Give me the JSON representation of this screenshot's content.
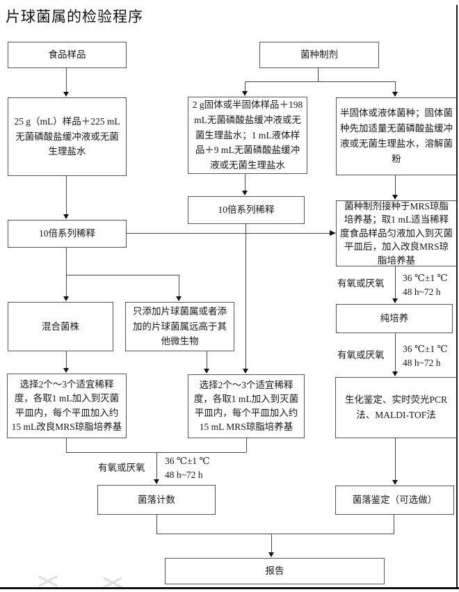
{
  "title": "片球菌属的检验程序",
  "colors": {
    "line": "#454545",
    "box_border": "#545454",
    "page_edge": "#1b1b1b"
  },
  "nodes": {
    "food_sample": {
      "label": "食品样品"
    },
    "strain_prep": {
      "label": "菌种制剂"
    },
    "sample_dilution": {
      "label": "25 g（mL）样品＋225 mL无菌磷酸盐缓冲液或无菌生理盐水"
    },
    "solid_dilution": {
      "label": "2 g固体或半固体样品＋198 mL无菌磷酸盐缓冲液或无菌生理盐水；1 mL液体样品＋9 mL无菌磷酸盐缓冲液或无菌生理盐水"
    },
    "strain_dissolve": {
      "label": "半固体或液体菌种；固体菌种先加适量无菌磷酸盐缓冲液或无菌生理盐水，溶解菌粉"
    },
    "serial_dilution_left": {
      "label": "10倍系列稀释"
    },
    "serial_dilution_mid": {
      "label": "10倍系列稀释"
    },
    "mrs_inoculation": {
      "label": "菌种制剂接种于MRS琼脂培养基；取1 mL适当稀释度食品样品匀液加入到灭菌平皿后，加入改良MRS琼脂培养基"
    },
    "mixed_strains": {
      "label": "混合菌株"
    },
    "pediococcus_dominant": {
      "label": "只添加片球菌属或者添加的片球菌属远高于其他微生物"
    },
    "plating_modified_mrs": {
      "label": "选择2个～3个适宜稀释度，各取1 mL加入到灭菌平皿内，每个平皿加入约15 mL改良MRS琼脂培养基"
    },
    "plating_mrs": {
      "label": "选择2个～3个适宜稀释度，各取1 mL加入到灭菌平皿内，每个平皿加入约15 mL MRS琼脂培养基"
    },
    "pure_culture": {
      "label": "纯培养"
    },
    "identification": {
      "label": "生化鉴定、实时荧光PCR法、MALDI-TOF法"
    },
    "colony_count": {
      "label": "菌落计数"
    },
    "colony_id": {
      "label": "菌落鉴定（可选做）"
    },
    "report": {
      "label": "报告"
    }
  },
  "edge_labels": {
    "condition": "有氧或厌氧",
    "temp_line1": "36 ℃±1 ℃",
    "temp_line2": "48 h~72 h"
  }
}
